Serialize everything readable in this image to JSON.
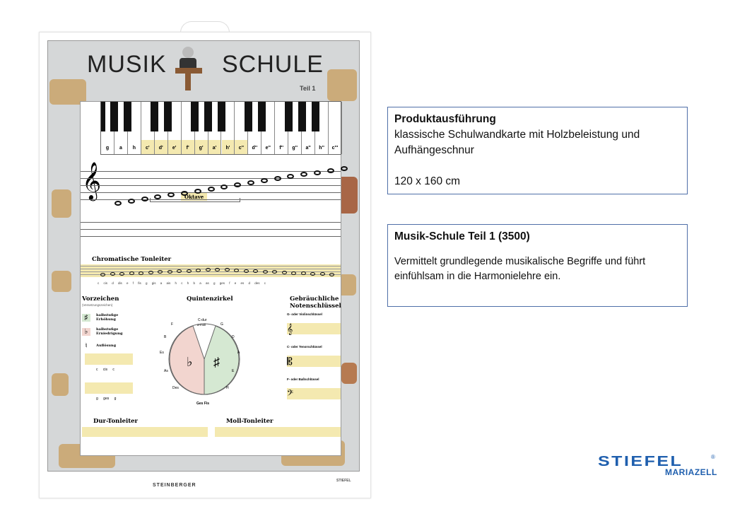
{
  "poster": {
    "title_left": "MUSIK",
    "title_right": "SCHULE",
    "part": "Teil 1",
    "keys": [
      "g",
      "a",
      "h",
      "c'",
      "d'",
      "e'",
      "f'",
      "g'",
      "a'",
      "h'",
      "c''",
      "d''",
      "e''",
      "f''",
      "g''",
      "a''",
      "h''",
      "c'''"
    ],
    "octave_label": "Oktave",
    "chromatic_title": "Chromatische Tonleiter",
    "chromatic_notes": "c cis d dis e f fis g gis a ais h c h b a as g ges f e es d des c",
    "signs_title": "Vorzeichen",
    "signs_subtitle": "(Versetzungszeichen)",
    "signs": [
      {
        "symbol": "♯",
        "label": "halbstufige Erhöhung"
      },
      {
        "symbol": "♭",
        "label": "halbstufige Erniedrigung"
      },
      {
        "symbol": "♮",
        "label": "Auflösung"
      }
    ],
    "sharp_example": "c cis c",
    "flat_example": "g ges g",
    "circle_title": "Quintenzirkel",
    "circle_top": "C-dur",
    "circle_top_minor": "a-moll",
    "circle_right": [
      "G",
      "D",
      "A",
      "E",
      "H"
    ],
    "circle_left": [
      "F",
      "B",
      "Es",
      "As",
      "Des"
    ],
    "circle_bottom": "Ges Fis",
    "clefs_title": "Gebräuchliche Notenschlüssel",
    "clefs": [
      "G- oder Violinschlüssel",
      "C- oder Tenorschlüssel",
      "F- oder Baßschlüssel"
    ],
    "major_title": "Dur-Tonleiter",
    "minor_title": "Moll-Tonleiter",
    "publisher": "STEINBERGER",
    "footer_brand": "STIEFEL"
  },
  "info_box_1": {
    "heading": "Produktausführung",
    "line1": "klassische Schulwandkarte mit Holzbeleistung  und Aufhängeschnur",
    "size": "120 x 160 cm"
  },
  "info_box_2": {
    "heading": "Musik-Schule Teil 1 (3500)",
    "text": "Vermittelt grundlegende musikalische Begriffe und führt einfühlsam in die Harmonielehre ein."
  },
  "logo": {
    "brand": "STIEFEL",
    "registered": "®",
    "sub": "MARIAZELL"
  },
  "colors": {
    "accent": "#1f5fae",
    "box_border": "#4f6fa8",
    "highlight": "#f4e9b0",
    "flat": "#f2d5cf",
    "sharp": "#d5e8d2"
  }
}
